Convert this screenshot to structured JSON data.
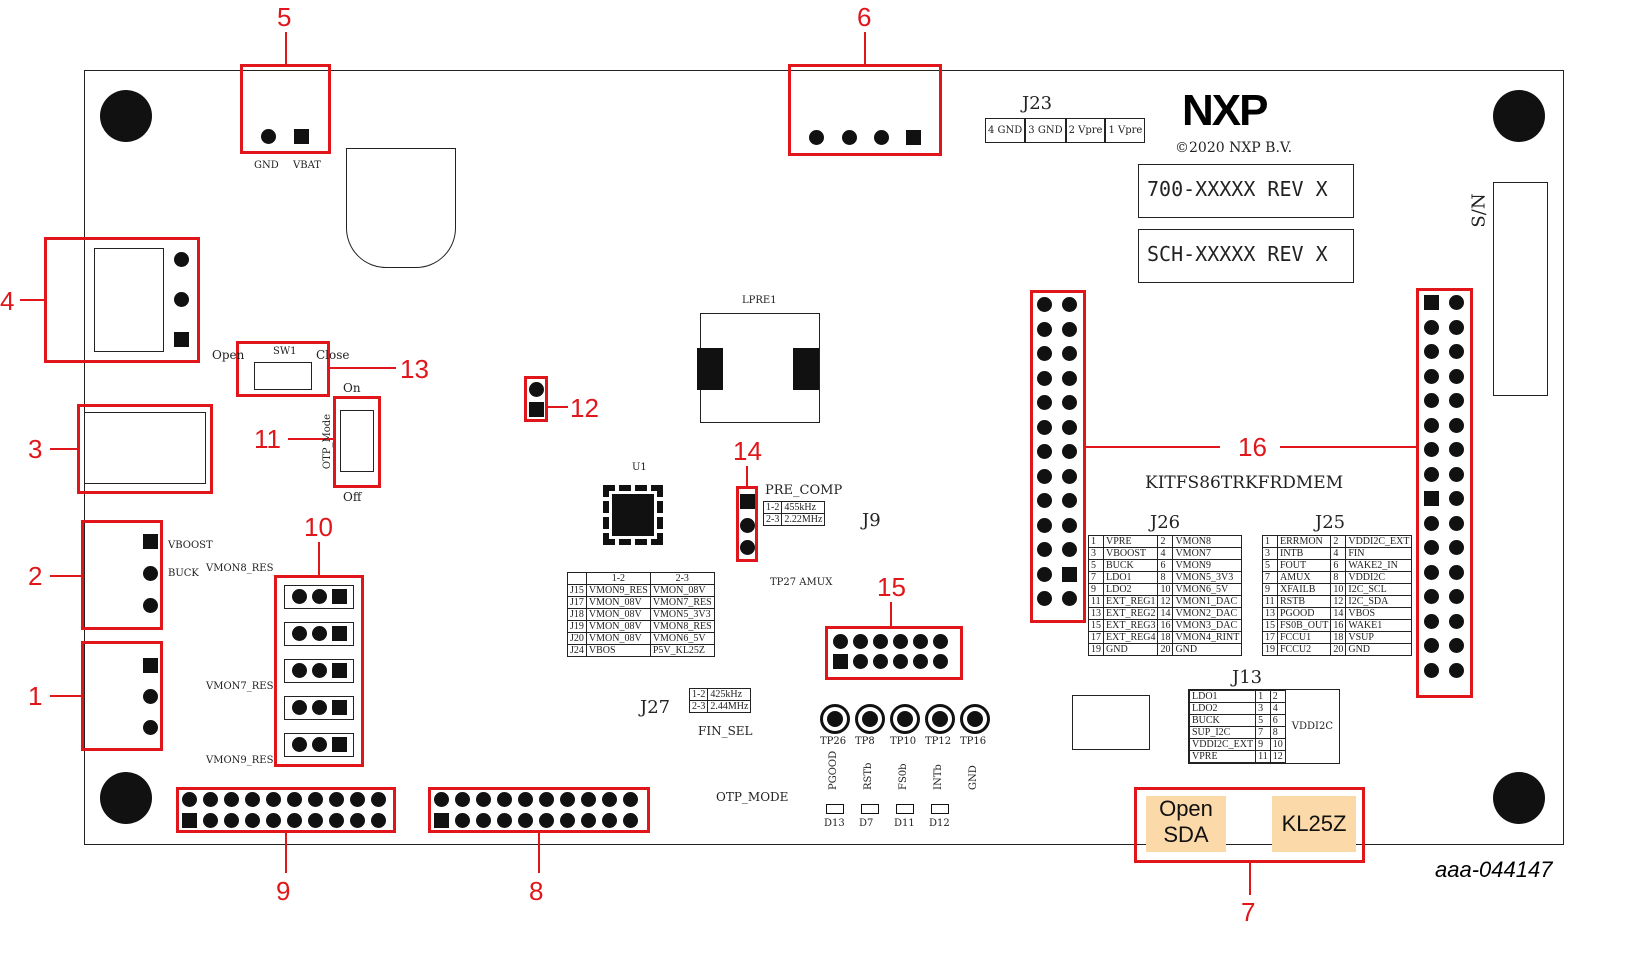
{
  "board": {
    "brand": "NXP",
    "copyright": "©2020 NXP B.V.",
    "part_number": "700-XXXXX REV X",
    "schematic": "SCH-XXXXX REV X",
    "serial_label": "S/N",
    "board_name": "KITFS86TRKFRDMEM",
    "figure_id": "aaa-044147"
  },
  "callouts": [
    "1",
    "2",
    "3",
    "4",
    "5",
    "6",
    "7",
    "8",
    "9",
    "10",
    "11",
    "12",
    "13",
    "14",
    "15",
    "16"
  ],
  "labels": {
    "gnd": "GND",
    "vbat": "VBAT",
    "j23": "J23",
    "j23_pins": [
      "4 GND",
      "3 GND",
      "2 Vpre",
      "1 Vpre"
    ],
    "sw1": "SW1",
    "open": "Open",
    "close": "Close",
    "on": "On",
    "off": "Off",
    "otp_mode": "OTP_Mode",
    "pre_comp": "PRE_COMP",
    "j9": "J9",
    "j26": "J26",
    "j25": "J25",
    "j13": "J13",
    "j27": "J27",
    "fin_sel": "FIN_SEL",
    "otp_mode2": "OTP_MODE",
    "vddi2c": "VDDI2C",
    "lpre1": "LPRE1",
    "u1": "U1",
    "tp_labels": [
      "TP26",
      "TP8",
      "TP10",
      "TP12",
      "TP16"
    ],
    "tp_signals": [
      "PGOOD",
      "RSTb",
      "FS0b",
      "INTb",
      "GND"
    ],
    "leds": [
      "D13",
      "D7",
      "D11",
      "D12"
    ],
    "vmon_res": [
      "VMON8_RES",
      "VMON7_RES",
      "VMON9_RES"
    ],
    "buck": "BUCK",
    "vboost": "VBOOST",
    "ldo1": "LDO1",
    "ldo2": "LDO2",
    "tp27": "TP27 AMUX",
    "j26_hdr": "J26",
    "j25_hdr": "J25"
  },
  "opensda": {
    "open": "Open SDA",
    "kl25z": "KL25Z"
  },
  "pre_comp_table": [
    [
      "1-2",
      "455kHz"
    ],
    [
      "2-3",
      "2.22MHz"
    ]
  ],
  "fin_sel_table": [
    [
      "1-2",
      "425kHz"
    ],
    [
      "2-3",
      "2.44MHz"
    ]
  ],
  "jumper_table": {
    "header": [
      "",
      "1-2",
      "2-3"
    ],
    "rows": [
      [
        "J15",
        "VMON9_RES",
        "VMON_08V"
      ],
      [
        "J17",
        "VMON_08V",
        "VMON7_RES"
      ],
      [
        "J18",
        "VMON_08V",
        "VMON5_3V3"
      ],
      [
        "J19",
        "VMON_08V",
        "VMON8_RES"
      ],
      [
        "J20",
        "VMON_08V",
        "VMON6_5V"
      ],
      [
        "J24",
        "VBOS",
        "P5V_KL25Z"
      ]
    ]
  },
  "j26_table": [
    [
      "1",
      "VPRE",
      "2",
      "VMON8"
    ],
    [
      "3",
      "VBOOST",
      "4",
      "VMON7"
    ],
    [
      "5",
      "BUCK",
      "6",
      "VMON9"
    ],
    [
      "7",
      "LDO1",
      "8",
      "VMON5_3V3"
    ],
    [
      "9",
      "LDO2",
      "10",
      "VMON6_5V"
    ],
    [
      "11",
      "EXT_REG1",
      "12",
      "VMON1_DAC"
    ],
    [
      "13",
      "EXT_REG2",
      "14",
      "VMON2_DAC"
    ],
    [
      "15",
      "EXT_REG3",
      "16",
      "VMON3_DAC"
    ],
    [
      "17",
      "EXT_REG4",
      "18",
      "VMON4_RINT"
    ],
    [
      "19",
      "GND",
      "20",
      "GND"
    ]
  ],
  "j25_table": [
    [
      "1",
      "ERRMON",
      "2",
      "VDDI2C_EXT"
    ],
    [
      "3",
      "INTB",
      "4",
      "FIN"
    ],
    [
      "5",
      "FOUT",
      "6",
      "WAKE2_IN"
    ],
    [
      "7",
      "AMUX",
      "8",
      "VDDI2C"
    ],
    [
      "9",
      "XFAILB",
      "10",
      "I2C_SCL"
    ],
    [
      "11",
      "RSTB",
      "12",
      "I2C_SDA"
    ],
    [
      "13",
      "PGOOD",
      "14",
      "VBOS"
    ],
    [
      "15",
      "FS0B_OUT",
      "16",
      "WAKE1"
    ],
    [
      "17",
      "FCCU1",
      "18",
      "VSUP"
    ],
    [
      "19",
      "FCCU2",
      "20",
      "GND"
    ]
  ],
  "j13_table": [
    [
      "LDO1",
      "1",
      "2"
    ],
    [
      "LDO2",
      "3",
      "4"
    ],
    [
      "BUCK",
      "5",
      "6"
    ],
    [
      "SUP_I2C",
      "7",
      "8"
    ],
    [
      "VDDI2C_EXT",
      "9",
      "10"
    ],
    [
      "VPRE",
      "11",
      "12"
    ]
  ],
  "colors": {
    "callout": "#e0161b",
    "tag": "#fcd9a8"
  }
}
